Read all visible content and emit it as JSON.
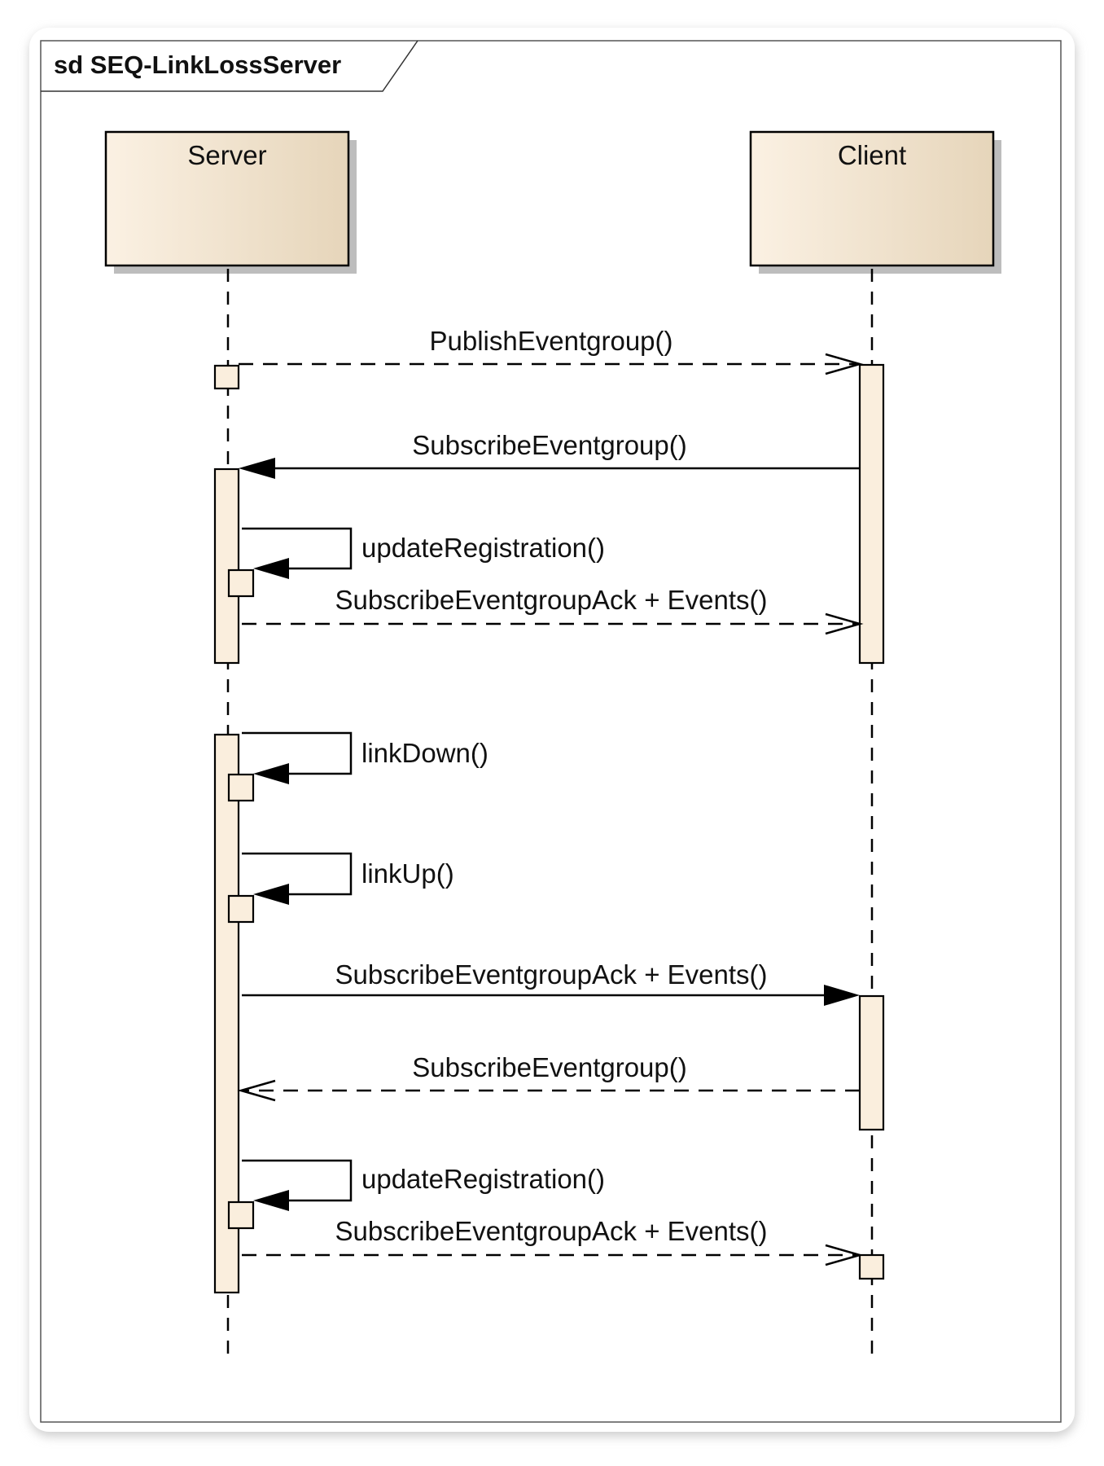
{
  "frame": {
    "title": "sd SEQ-LinkLossServer"
  },
  "lifelines": [
    {
      "id": "server",
      "name": "Server"
    },
    {
      "id": "client",
      "name": "Client"
    }
  ],
  "messages": [
    {
      "label": "PublishEventgroup()",
      "from": "server",
      "to": "client",
      "style": "async-dashed"
    },
    {
      "label": "SubscribeEventgroup()",
      "from": "client",
      "to": "server",
      "style": "sync"
    },
    {
      "label": "updateRegistration()",
      "from": "server",
      "to": "server",
      "style": "self"
    },
    {
      "label": "SubscribeEventgroupAck + Events()",
      "from": "server",
      "to": "client",
      "style": "async-dashed"
    },
    {
      "label": "linkDown()",
      "from": "server",
      "to": "server",
      "style": "self"
    },
    {
      "label": "linkUp()",
      "from": "server",
      "to": "server",
      "style": "self"
    },
    {
      "label": "SubscribeEventgroupAck + Events()",
      "from": "server",
      "to": "client",
      "style": "sync"
    },
    {
      "label": "SubscribeEventgroup()",
      "from": "client",
      "to": "server",
      "style": "async-dashed"
    },
    {
      "label": "updateRegistration()",
      "from": "server",
      "to": "server",
      "style": "self"
    },
    {
      "label": "SubscribeEventgroupAck + Events()",
      "from": "server",
      "to": "client",
      "style": "async-dashed"
    }
  ],
  "colors": {
    "actor_fill_light": "#fbf1e3",
    "actor_fill_dark": "#e6d5ba",
    "activation_fill": "#faeedd",
    "line": "#000000",
    "shadow": "#c8c8c8"
  }
}
